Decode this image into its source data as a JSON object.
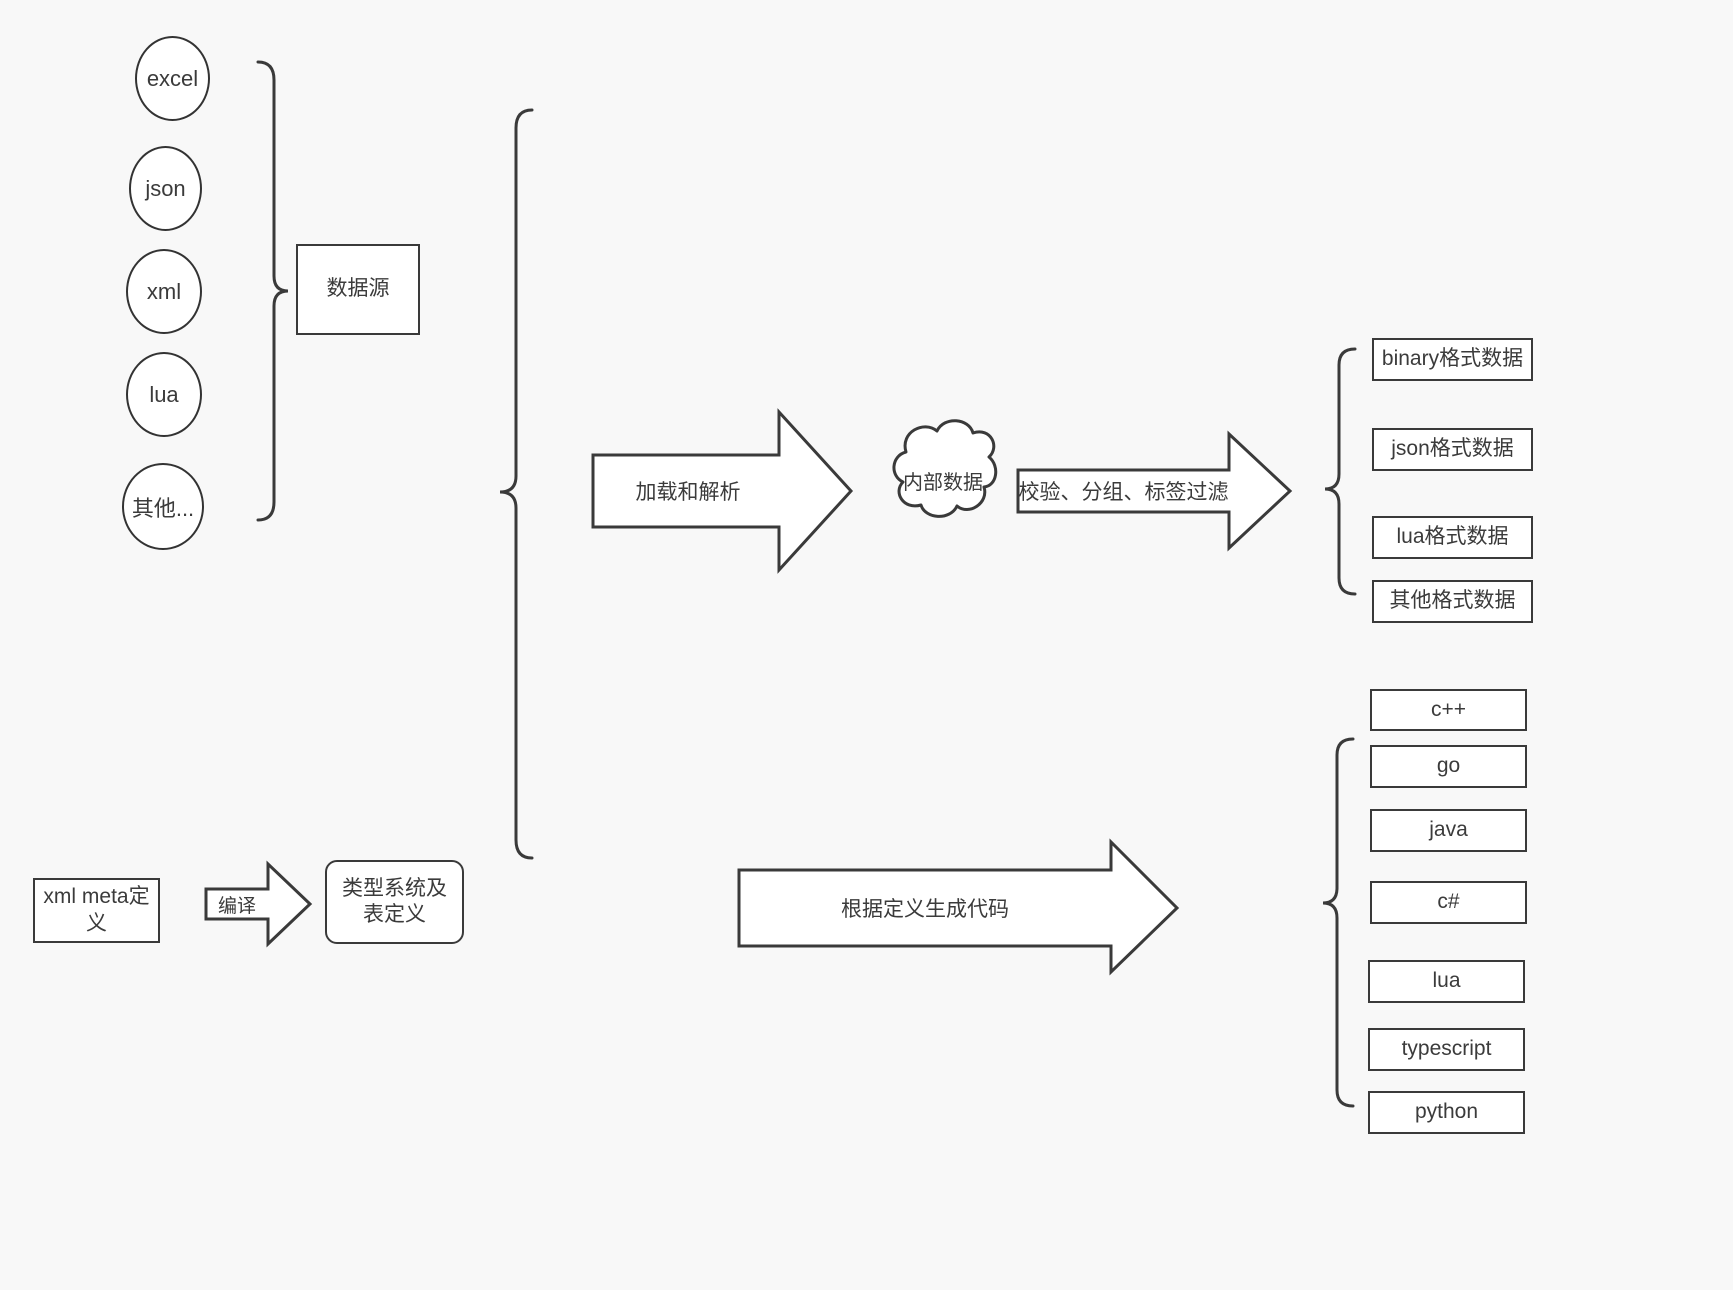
{
  "diagram": {
    "title": "data pipeline and code generation flow",
    "background_color": "#f8f8f8",
    "stroke_color": "#3a3a3a",
    "fill_color": "#ffffff"
  },
  "sources": {
    "group_label": "数据源",
    "items": [
      {
        "label": "excel"
      },
      {
        "label": "json"
      },
      {
        "label": "xml"
      },
      {
        "label": "lua"
      },
      {
        "label": "其他..."
      }
    ]
  },
  "pipeline": {
    "load_arrow_label": "加载和解析",
    "internal_data_label": "内部数据",
    "filter_arrow_label": "校验、分组、标签过滤"
  },
  "outputs": {
    "formats": [
      {
        "label": "binary格式数据"
      },
      {
        "label": "json格式数据"
      },
      {
        "label": "lua格式数据"
      },
      {
        "label": "其他格式数据"
      }
    ],
    "languages": [
      {
        "label": "c++"
      },
      {
        "label": "go"
      },
      {
        "label": "java"
      },
      {
        "label": "c#"
      },
      {
        "label": "lua"
      },
      {
        "label": "typescript"
      },
      {
        "label": "python"
      }
    ]
  },
  "meta": {
    "meta_def_label": "xml meta定义",
    "compile_arrow_label": "编译",
    "type_system_label": "类型系统及表定义",
    "codegen_arrow_label": "根据定义生成代码"
  }
}
